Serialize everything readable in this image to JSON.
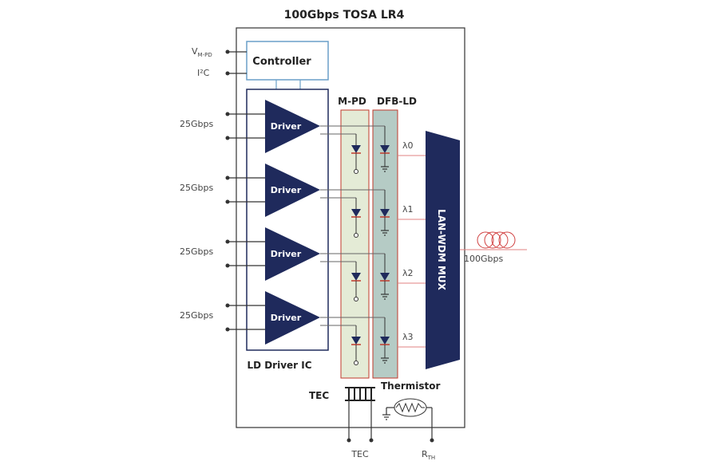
{
  "title": "100Gbps TOSA LR4",
  "controller_label": "Controller",
  "driver_ic_label": "LD Driver IC",
  "driver_label": "Driver",
  "mpd_label": "M-PD",
  "dfbld_label": "DFB-LD",
  "mux_label": "LAN-WDM MUX",
  "tec_label": "TEC",
  "thermistor_label": "Thermistor",
  "fiber_label": "100Gbps",
  "pins": {
    "vmpd_main": "V",
    "vmpd_sub": "M-PD",
    "i2c": "I²C",
    "tec": "TEC",
    "rth_main": "R",
    "rth_sub": "TH"
  },
  "inputs": [
    "25Gbps",
    "25Gbps",
    "25Gbps",
    "25Gbps"
  ],
  "wavelengths": [
    "λ0",
    "λ1",
    "λ2",
    "λ3"
  ],
  "colors": {
    "navy": "#1f2a5c",
    "mpd_fill": "#e4ebd6",
    "dfb_fill": "#b5cbc5",
    "accent_red": "#c0392b",
    "fiber_red": "#e08080",
    "controller_border": "#6a9fc8"
  }
}
